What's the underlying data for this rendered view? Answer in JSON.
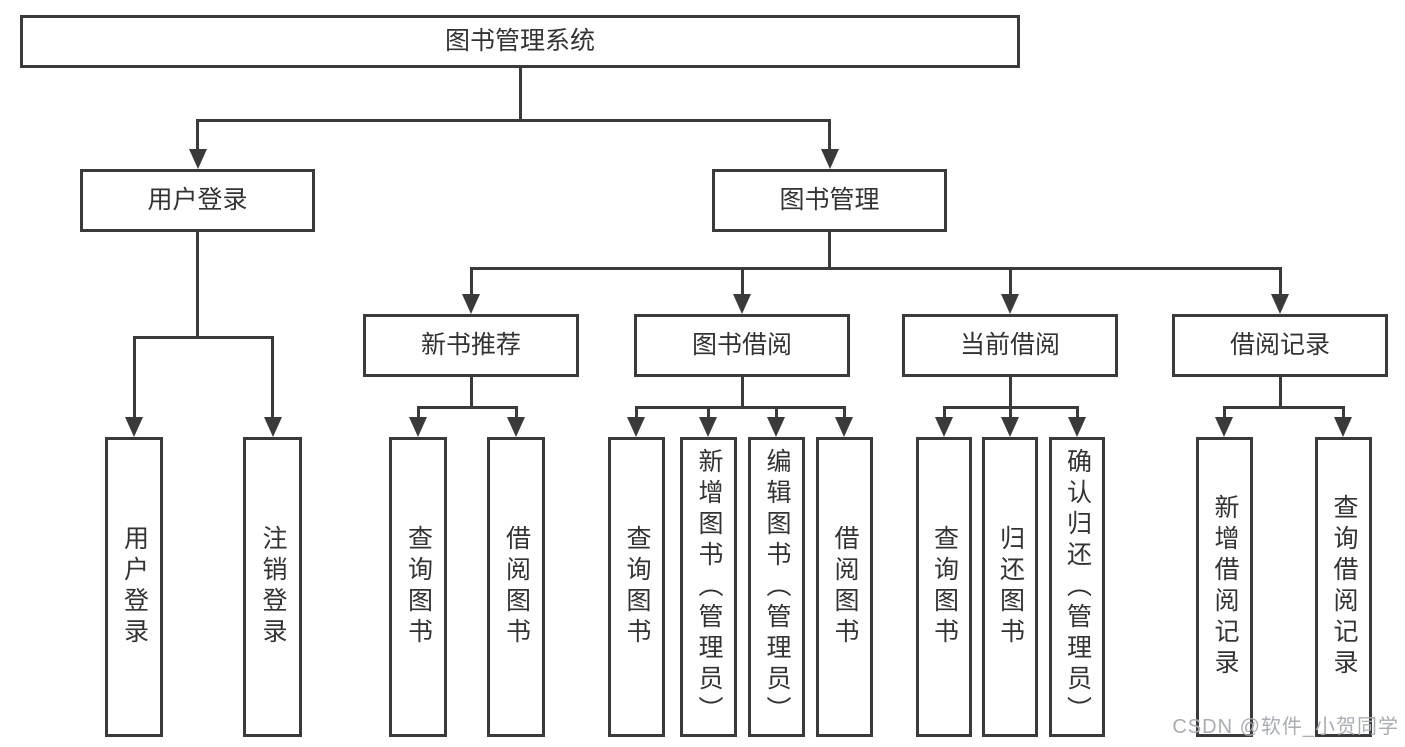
{
  "diagram": {
    "type": "hierarchy-tree",
    "title": "图书管理系统",
    "watermark": "CSDN @软件_小贺同学",
    "colors": {
      "line": "#3a3a3a",
      "box_border": "#3a3a3a",
      "text": "#333333",
      "background": "#ffffff",
      "watermark": "#a9adb3"
    }
  },
  "tree": {
    "label": "图书管理系统",
    "children": [
      {
        "label": "用户登录",
        "children": [
          {
            "label": "用户登录"
          },
          {
            "label": "注销登录"
          }
        ]
      },
      {
        "label": "图书管理",
        "children": [
          {
            "label": "新书推荐",
            "children": [
              {
                "label": "查询图书"
              },
              {
                "label": "借阅图书"
              }
            ]
          },
          {
            "label": "图书借阅",
            "children": [
              {
                "label": "查询图书"
              },
              {
                "label": "新增图书（管理员）"
              },
              {
                "label": "编辑图书（管理员）"
              },
              {
                "label": "借阅图书"
              }
            ]
          },
          {
            "label": "当前借阅",
            "children": [
              {
                "label": "查询图书"
              },
              {
                "label": "归还图书"
              },
              {
                "label": "确认归还（管理员）"
              }
            ]
          },
          {
            "label": "借阅记录",
            "children": [
              {
                "label": "新增借阅记录"
              },
              {
                "label": "查询借阅记录"
              }
            ]
          }
        ]
      }
    ]
  }
}
